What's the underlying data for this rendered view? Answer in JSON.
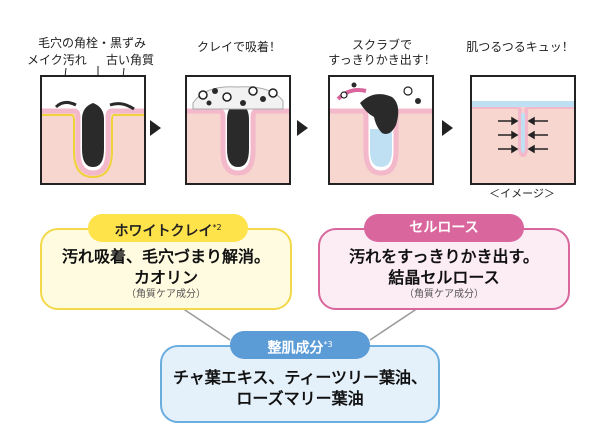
{
  "annotations": {
    "pore_plug": "毛穴の角栓・黒ずみ",
    "makeup": "メイク汚れ",
    "old_keratin": "古い角質"
  },
  "steps": [
    {
      "caption_lines": [
        "",
        ""
      ]
    },
    {
      "caption_lines": [
        "",
        "クレイで吸着！"
      ]
    },
    {
      "caption_lines": [
        "スクラブで",
        "すっきりかき出す！"
      ]
    },
    {
      "caption_lines": [
        "",
        "肌つるつるキュッ！"
      ]
    }
  ],
  "image_note": "＜イメージ＞",
  "ingredients": {
    "white_clay": {
      "tag": "ホワイトクレイ",
      "tag_note": "*2",
      "line1": "汚れ吸着、毛穴づまり解消。",
      "line2": "カオリン",
      "note": "（角質ケア成分）"
    },
    "cellulose": {
      "tag": "セルロース",
      "line1": "汚れをすっきりかき出す。",
      "line2": "結晶セルロース",
      "note": "（角質ケア成分）"
    },
    "skin_conditioning": {
      "tag": "整肌成分",
      "tag_note": "*3",
      "line1": "チャ葉エキス、ティーツリー葉油、",
      "line2": "ローズマリー葉油"
    }
  },
  "colors": {
    "skin": "#f7d6cf",
    "skin_top": "#f3b8c9",
    "pore_outline": "#f0d23a",
    "plug": "#2a2a2a",
    "clean_pore": "#bfe0f3",
    "yellow_card_bg": "#fffbe0",
    "yellow_card_border": "#f3d94a",
    "yellow_tag": "#ffe34a",
    "pink_card_bg": "#fcecf4",
    "pink_card_border": "#d9679e",
    "pink_tag": "#d9679e",
    "blue_card_bg": "#e4f1fb",
    "blue_card_border": "#6aaee0",
    "blue_tag": "#5b9bd6"
  }
}
